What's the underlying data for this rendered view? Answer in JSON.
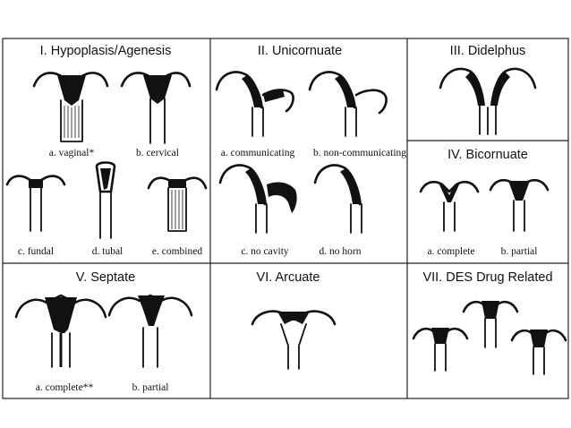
{
  "title": "Classification of Mullerian duct anomalies",
  "panels": {
    "hypoplasia": {
      "title": "I. Hypoplasis/Agenesis",
      "items": [
        "a. vaginal*",
        "b. cervical",
        "c. fundal",
        "d. tubal",
        "e. combined"
      ]
    },
    "unicornuate": {
      "title": "II. Unicornuate",
      "items": [
        "a. communicating",
        "b. non-communicating",
        "c. no cavity",
        "d. no horn"
      ]
    },
    "didelphus": {
      "title": "III. Didelphus"
    },
    "bicornuate": {
      "title": "IV. Bicornuate",
      "items": [
        "a. complete",
        "b. partial"
      ]
    },
    "septate": {
      "title": "V. Septate",
      "items": [
        "a. complete**",
        "b. partial"
      ]
    },
    "arcuate": {
      "title": "VI. Arcuate"
    },
    "des": {
      "title": "VII. DES Drug Related"
    }
  }
}
